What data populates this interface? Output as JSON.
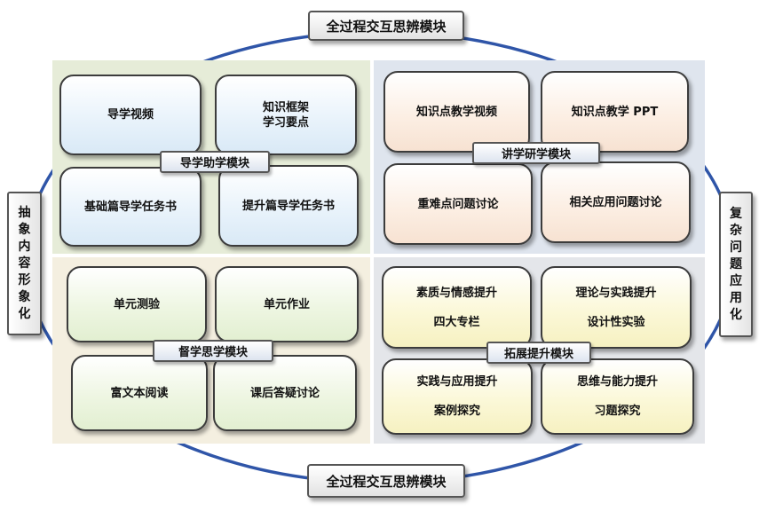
{
  "banners": {
    "top": "全过程交互思辨模块",
    "bottom": "全过程交互思辨模块"
  },
  "sides": {
    "left": [
      "抽",
      "象",
      "内",
      "容",
      "形",
      "象",
      "化"
    ],
    "right": [
      "复",
      "杂",
      "问",
      "题",
      "应",
      "用",
      "化"
    ]
  },
  "modules": {
    "guide": {
      "label": "导学助学模块",
      "cards": [
        [
          "导学视频"
        ],
        [
          "知识框架",
          "学习要点"
        ],
        [
          "基础篇导学任务书"
        ],
        [
          "提升篇导学任务书"
        ]
      ]
    },
    "lecture": {
      "label": "讲学研学模块",
      "cards": [
        [
          "知识点教学视频"
        ],
        [
          "知识点教学 PPT"
        ],
        [
          "重难点问题讨论"
        ],
        [
          "相关应用问题讨论"
        ]
      ]
    },
    "reflect": {
      "label": "督学思学模块",
      "cards": [
        [
          "单元测验"
        ],
        [
          "单元作业"
        ],
        [
          "富文本阅读"
        ],
        [
          "课后答疑讨论"
        ]
      ]
    },
    "expand": {
      "label": "拓展提升模块",
      "cards": [
        [
          "素质与情感提升",
          "四大专栏"
        ],
        [
          "理论与实践提升",
          "设计性实验"
        ],
        [
          "实践与应用提升",
          "案例探究"
        ],
        [
          "思维与能力提升",
          "习题探究"
        ]
      ]
    }
  },
  "colors": {
    "ellipse": "#2f55a8",
    "panel_guide": "#e6ecd8",
    "panel_lecture": "#dfe5ee",
    "panel_reflect": "#f4efe0",
    "panel_expand": "#e4e6ea"
  }
}
